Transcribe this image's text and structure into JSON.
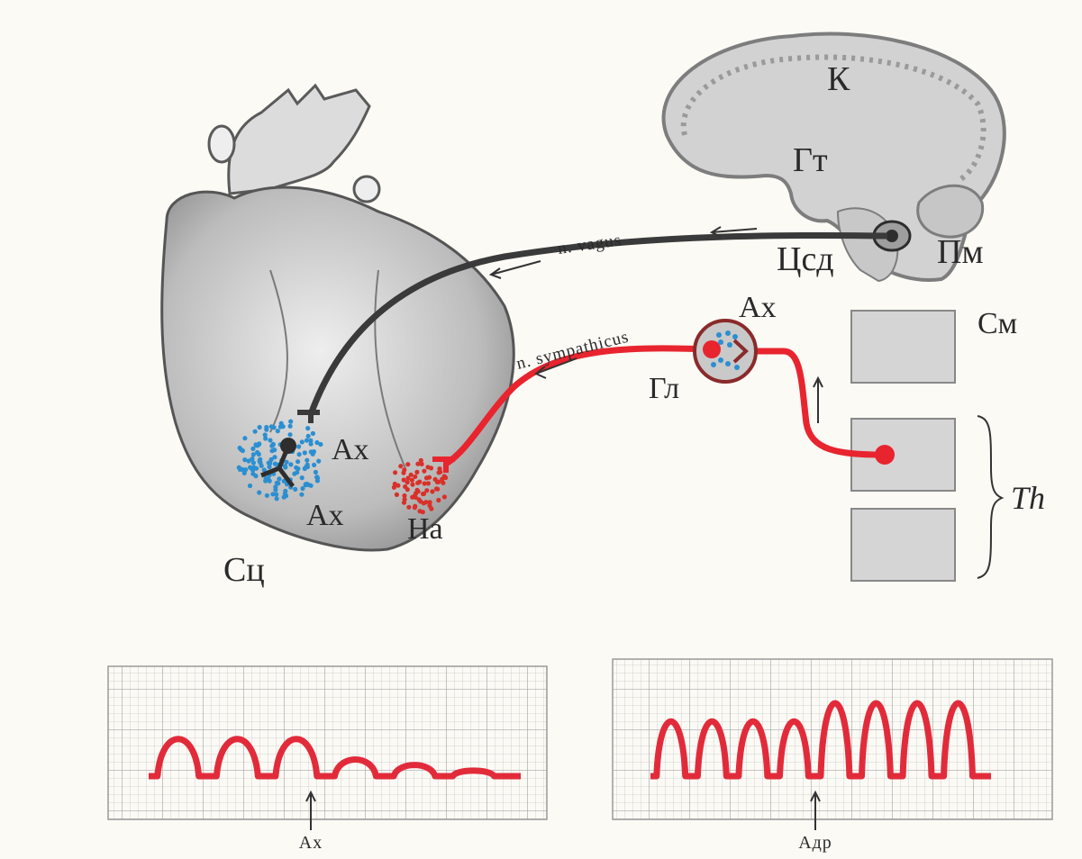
{
  "labels": {
    "cortex": "К",
    "hypothalamus": "Гт",
    "cardio_center": "Цсд",
    "medulla": "Пм",
    "vagus_nerve": "n. vagus",
    "sympathetic_nerve": "n. sympathicus",
    "ganglion_transmitter": "Ах",
    "ganglion": "Гл",
    "spinal_cord": "См",
    "thoracic": "Th",
    "vagus_transmitter_top": "Ах",
    "vagus_transmitter_bottom": "Ах",
    "noradrenaline": "На",
    "heart_muscle": "Сц"
  },
  "recordings": [
    {
      "caption": "Ах",
      "amplitudes": [
        1.0,
        1.0,
        1.0,
        0.45,
        0.3,
        0.15
      ],
      "stimulus_after_beat": 3
    },
    {
      "caption": "Адр",
      "amplitudes": [
        0.75,
        0.75,
        0.75,
        0.75,
        1.0,
        1.0,
        1.0,
        1.0
      ],
      "stimulus_after_beat": 4
    }
  ],
  "colors": {
    "vagus": "#3a3a3a",
    "sympathetic": "#e8242e",
    "acetylcholine_dots": "#2b8fd1",
    "noradrenaline_dots": "#d9302a",
    "grid": "#b9b9b9",
    "trace": "#e22b3a"
  }
}
